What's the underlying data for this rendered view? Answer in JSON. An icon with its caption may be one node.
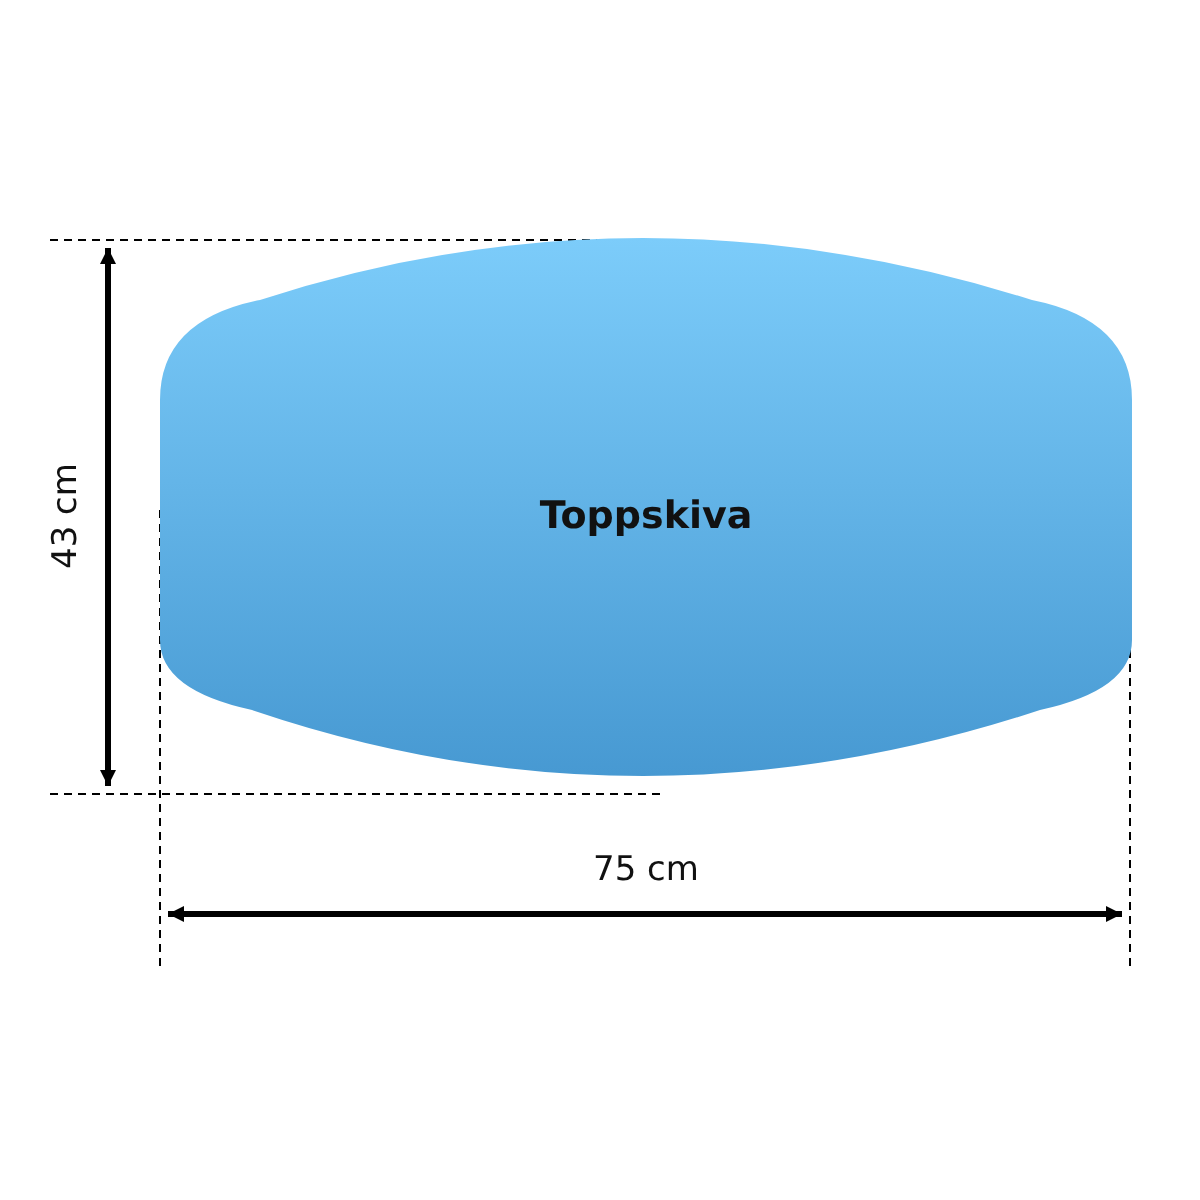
{
  "diagram": {
    "nodes": [
      {
        "text": [
          "Toppskiva"
        ]
      }
    ],
    "labels": [
      "43 cm",
      "75 cm"
    ]
  }
}
